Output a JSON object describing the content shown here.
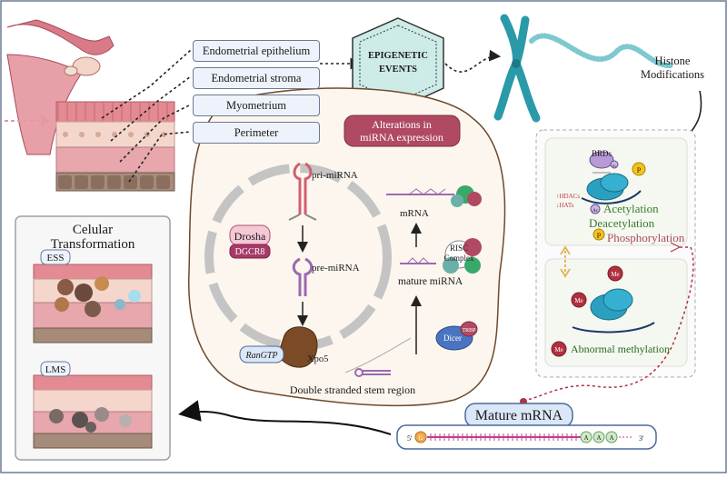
{
  "tissue_layers": [
    "Endometrial epithelium",
    "Endometrial stroma",
    "Myometrium",
    "Perimeter"
  ],
  "epigenetic": {
    "line1": "EPIGENETIC",
    "line2": "EVENTS"
  },
  "alterations": {
    "line1": "Alterations in",
    "line2": "miRNA expression"
  },
  "histone": {
    "line1": "Histone",
    "line2": "Modifications"
  },
  "histone_panel": {
    "brd": "BRDs",
    "hdac": "↑HDACs",
    "hat": "↓HATs",
    "ac": "Ac",
    "p": "P",
    "acetylation": "Acetylation",
    "deacetylation": "Deacetylation",
    "phosphorylation": "Phosphorylation",
    "me": "Me",
    "abnormal": "Abnormal methylation"
  },
  "cell": {
    "pri": "pri-miRNA",
    "pre": "pre-miRNA",
    "drosha": "Drosha",
    "dgcr8": "DGCR8",
    "ranGTP": "RanGTP",
    "xpo5": "Xpo5",
    "mrna": "mRNA",
    "risc1": "RISC",
    "risc2": "Complex",
    "mature": "mature miRNA",
    "dicer": "Dicer",
    "trbp": "TRBP",
    "dsr": "Double stranded stem region"
  },
  "transformation": {
    "line1": "Celular",
    "line2": "Transformation",
    "ess": "ESS",
    "lms": "LMS"
  },
  "mature_mrna": {
    "title": "Mature mRNA",
    "five": "5'",
    "three": "3'",
    "cap": "G",
    "a": "A"
  },
  "colors": {
    "accent": "#b04a63",
    "teal": "#2a9aa8",
    "frame": "#6c7a96"
  }
}
